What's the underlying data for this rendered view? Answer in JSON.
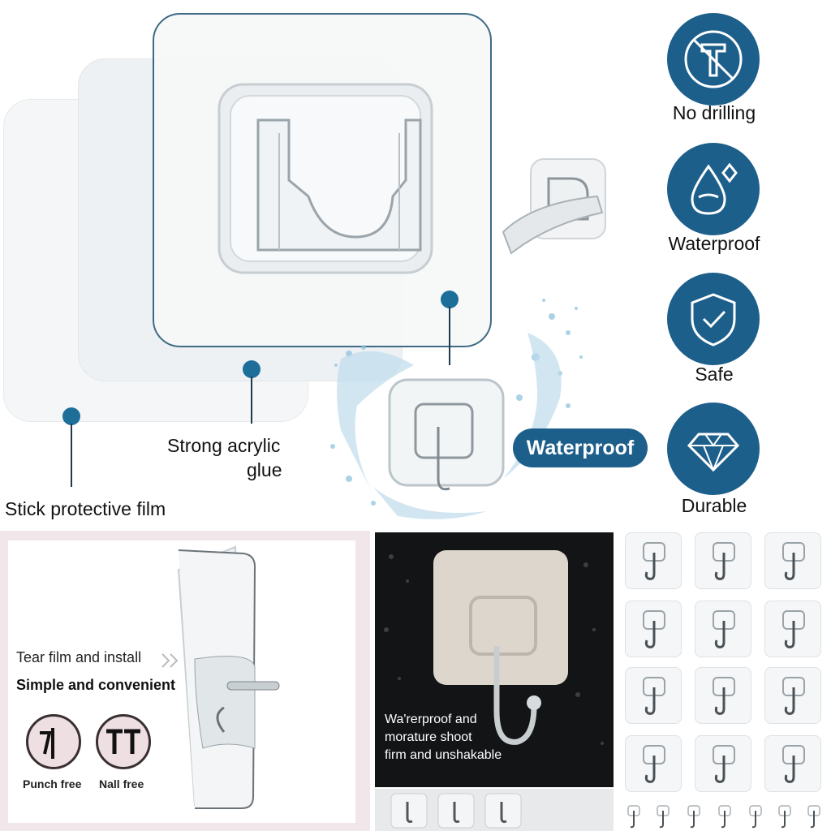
{
  "labels": {
    "glue_line1": "Strong acrylic",
    "glue_line2": "glue",
    "film": "Stick protective film"
  },
  "badge": "Waterproof",
  "features": [
    {
      "label": "No drilling",
      "icon": "no-drill-icon"
    },
    {
      "label": "Waterproof",
      "icon": "water-drop-icon"
    },
    {
      "label": "Safe",
      "icon": "shield-check-icon"
    },
    {
      "label": "Durable",
      "icon": "diamond-icon"
    }
  ],
  "install": {
    "tear": "Tear film and install",
    "simple": "Simple and convenient",
    "punch_free": "Punch free",
    "nail_free": "Nall free"
  },
  "dark_panel": {
    "line1": "Wa'rerproof and",
    "line2": "morature shoot",
    "line3": "firm and unshakable"
  },
  "colors": {
    "accent": "#1d5f8b",
    "dot": "#1d6f9a"
  }
}
